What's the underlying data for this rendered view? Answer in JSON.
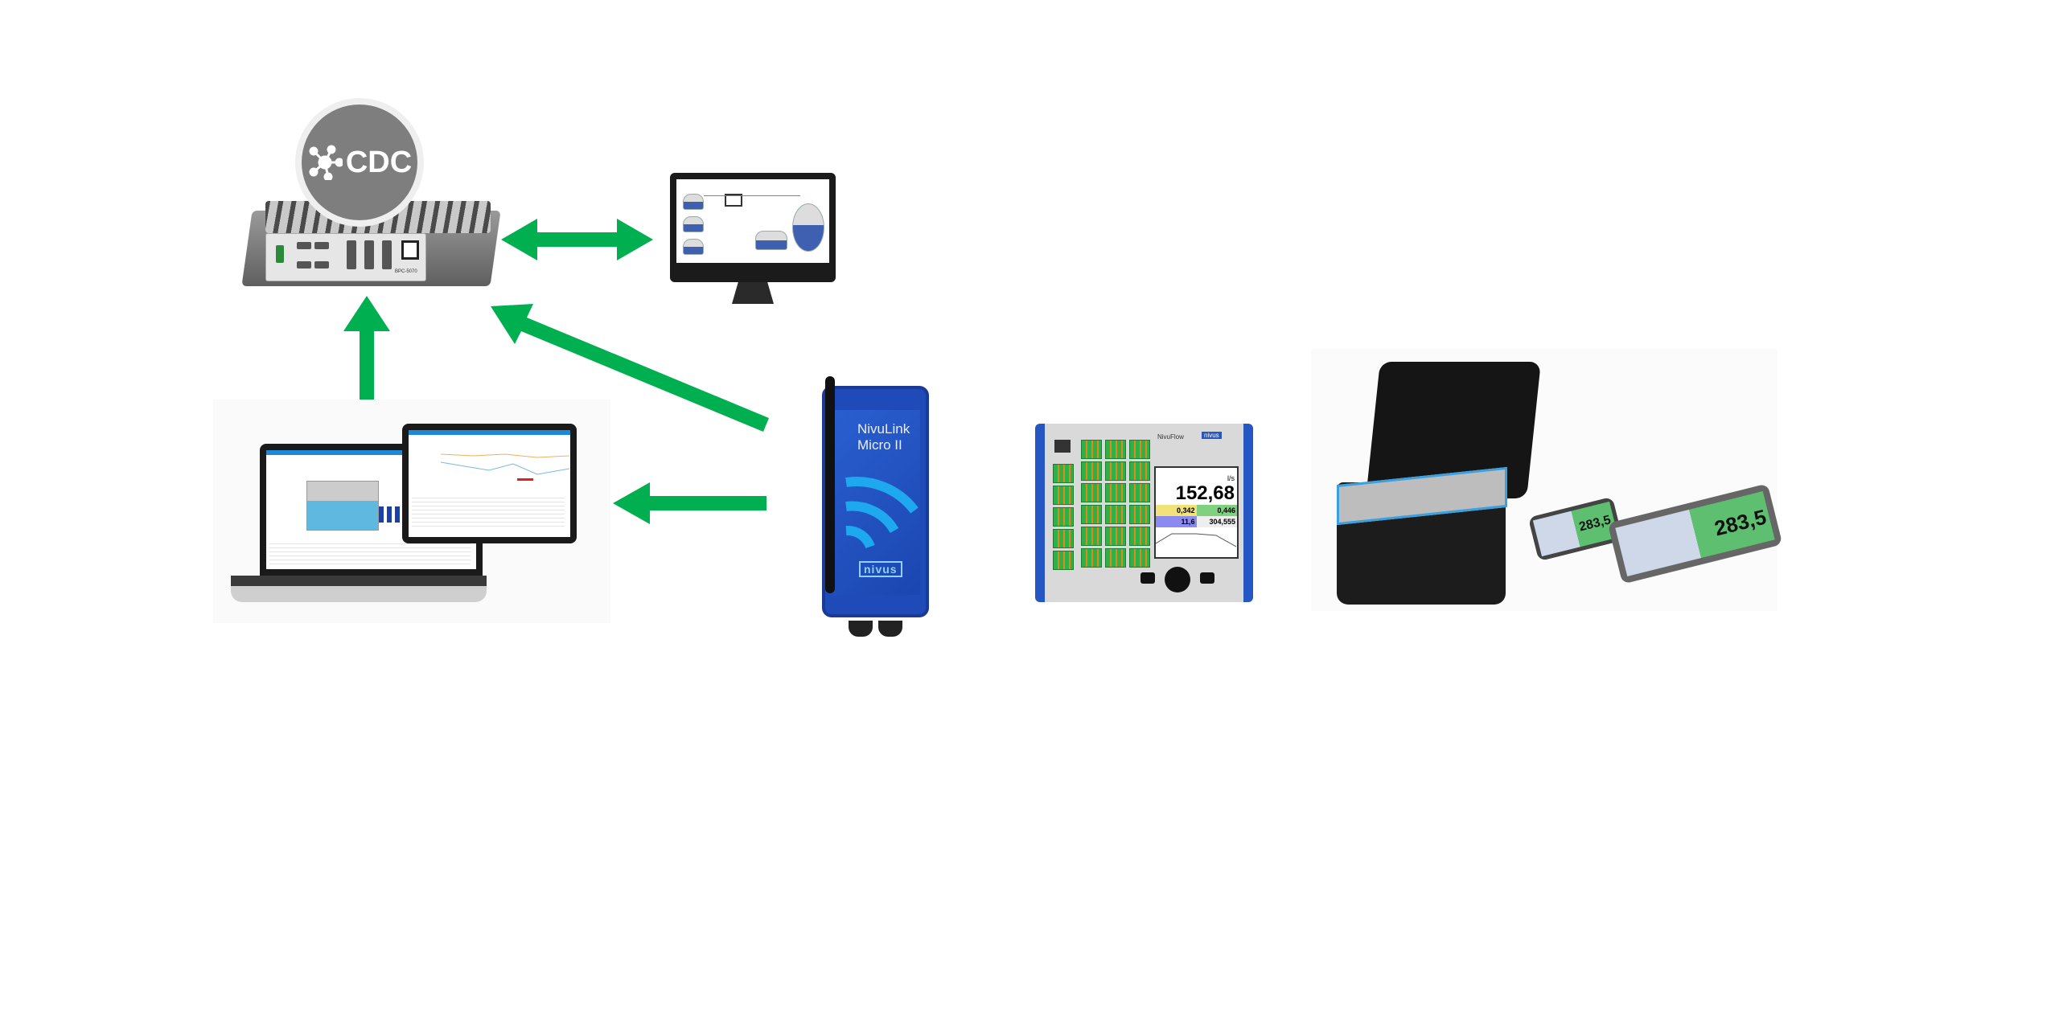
{
  "colors": {
    "arrow": "#00b050",
    "nivus_blue": "#1e4bb8"
  },
  "cdc": {
    "label": "CDC",
    "icon": "network-hub-icon",
    "device_model": "BPC-5070"
  },
  "nivulink": {
    "line1": "NivuLink",
    "line2": "Micro II",
    "brand": "nivus"
  },
  "nivuflow": {
    "name": "NivuFlow",
    "brand": "nivus",
    "main_value": "152,68",
    "unit": "l/s",
    "values": [
      "0,342",
      "0,446",
      "11,6",
      "304,555"
    ]
  },
  "mobile": {
    "phone_value": "283,5",
    "tablet_value": "283,5"
  }
}
